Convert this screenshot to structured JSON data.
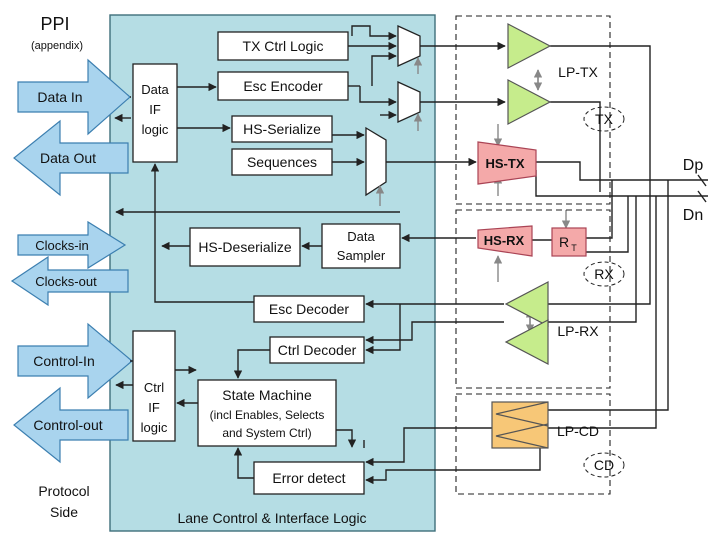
{
  "header": {
    "title": "PPI",
    "subtitle": "(appendix)"
  },
  "left_signals": {
    "data_in": "Data In",
    "data_out": "Data Out",
    "clocks_in": "Clocks-in",
    "clocks_out": "Clocks-out",
    "control_in": "Control-In",
    "control_out": "Control-out"
  },
  "footer": {
    "protocol_side_1": "Protocol",
    "protocol_side_2": "Side"
  },
  "core": {
    "title": "Lane Control & Interface Logic",
    "data_if_1": "Data",
    "data_if_2": "IF",
    "data_if_3": "logic",
    "tx_ctrl_logic": "TX Ctrl Logic",
    "esc_encoder": "Esc Encoder",
    "hs_serialize": "HS-Serialize",
    "sequences": "Sequences",
    "hs_deserialize": "HS-Deserialize",
    "data_sampler_1": "Data",
    "data_sampler_2": "Sampler",
    "esc_decoder": "Esc Decoder",
    "ctrl_decoder": "Ctrl Decoder",
    "ctrl_if_1": "Ctrl",
    "ctrl_if_2": "IF",
    "ctrl_if_3": "logic",
    "state_machine_1": "State Machine",
    "state_machine_2": "(incl Enables, Selects",
    "state_machine_3": "and System Ctrl)",
    "error_detect": "Error detect"
  },
  "phy": {
    "lp_tx": "LP-TX",
    "tx": "TX",
    "hs_tx": "HS-TX",
    "hs_rx": "HS-RX",
    "rt": "R",
    "rt_sub": "T",
    "rx": "RX",
    "lp_rx": "LP-RX",
    "lp_cd": "LP-CD",
    "cd": "CD",
    "dp": "Dp",
    "dn": "Dn"
  },
  "colors": {
    "core_bg": "#b5dde4",
    "arrow_fill": "#a9d4ee",
    "lp_green": "#c6ec8c",
    "hs_pink": "#f4a9a9",
    "cd_orange": "#f7c777"
  }
}
